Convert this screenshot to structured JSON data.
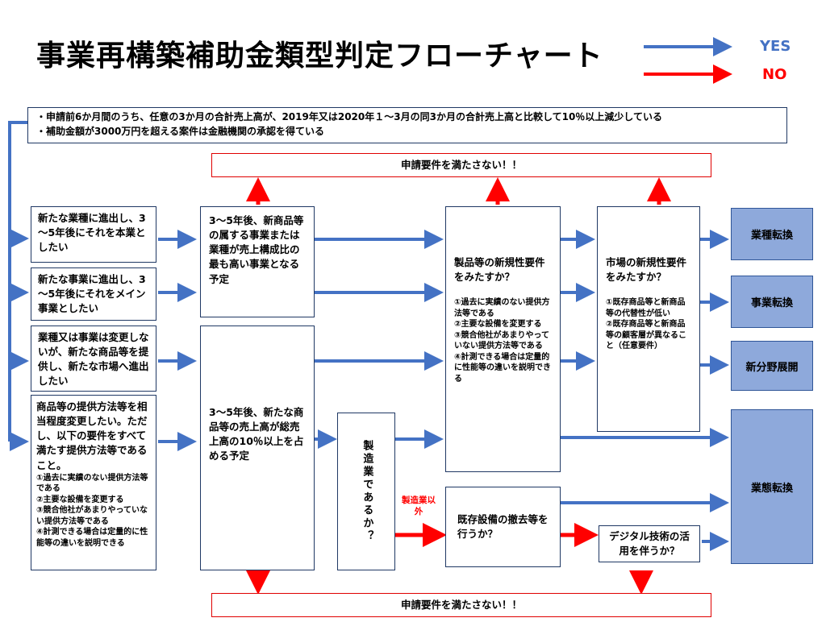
{
  "title": "事業再構築補助金類型判定フローチャート",
  "legend": {
    "yes": "YES",
    "no": "NO",
    "yes_color": "#4472c4",
    "no_color": "#ff0000"
  },
  "requirements": [
    "・申請前6か月間のうち、任意の3か月の合計売上高が、2019年又は2020年１～3月の同3か月の合計売上高と比較して10％以上減少している",
    "・補助金額が3000万円を超える案件は金融機関の承認を得ている"
  ],
  "fail_top": "申請要件を満たさない！！",
  "fail_bottom": "申請要件を満たさない！！",
  "options": {
    "o1": "新たな業種に進出し、3～5年後にそれを本業としたい",
    "o2": "新たな事業に進出し、3～5年後にそれをメイン事業としたい",
    "o3": "業種又は事業は変更しないが、新たな商品等を提供し、新たな市場へ進出したい",
    "o4_main": "商品等の提供方法等を相当程度変更したい。ただし、以下の要件をすべて満たす提供方法等であること。",
    "o4_sub": [
      "①過去に実績のない提供方法等である",
      "②主要な設備を変更する",
      "③競合他社があまりやっていない提供方法等である",
      "④計測できる場合は定量的に性能等の違いを説明できる"
    ]
  },
  "q_top": "3～5年後、新商品等の属する事業または業種が売上構成比の最も高い事業となる予定",
  "q_mid": "3～5年後、新たな商品等の売上高が総売上高の10％以上を占める予定",
  "q_mfg": "製造業であるか？",
  "label_non_mfg": "製造業以外",
  "q_product": {
    "title": "製品等の新規性要件をみたすか？",
    "items": [
      "①過去に実績のない提供方法等である",
      "②主要な設備を変更する",
      "③競合他社があまりやっていない提供方法等である",
      "④計測できる場合は定量的に性能等の違いを説明できる"
    ]
  },
  "q_market": {
    "title": "市場の新規性要件をみたすか？",
    "items": [
      "①既存商品等と新商品等の代替性が低い",
      "②既存商品等と新商品等の顧客層が異なること（任意要件）"
    ]
  },
  "q_remove": "既存設備の撤去等を行うか？",
  "q_digital": "デジタル技術の活用を伴うか？",
  "outcomes": [
    "業種転換",
    "事業転換",
    "新分野展開",
    "業態転換"
  ]
}
